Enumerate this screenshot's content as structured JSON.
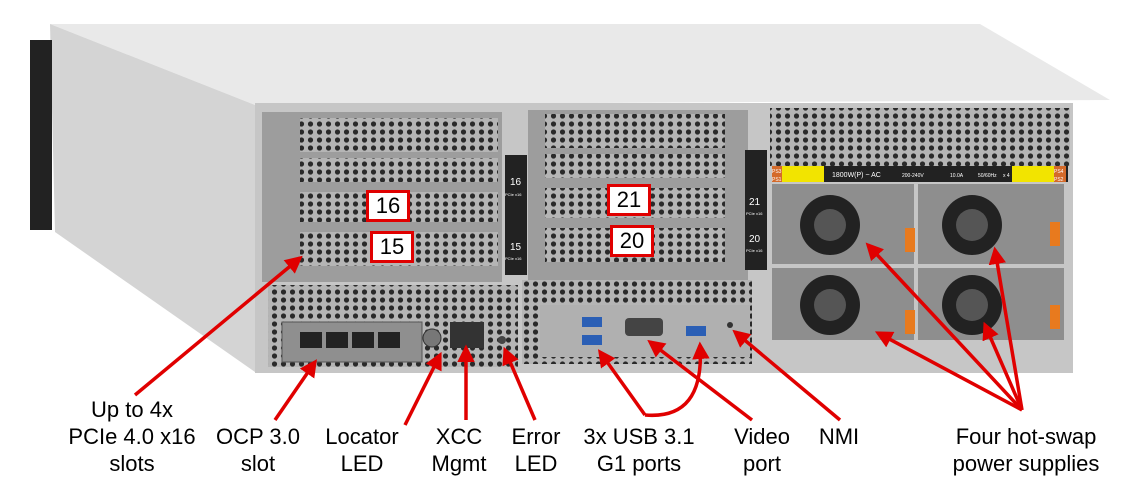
{
  "title": "Server rear view",
  "slot_numbers": [
    "16",
    "15",
    "21",
    "20"
  ],
  "riser_labels": [
    {
      "num": "16",
      "type": "PCIe x16"
    },
    {
      "num": "15",
      "type": "PCIe x16"
    },
    {
      "num": "21",
      "type": "PCIe x16"
    },
    {
      "num": "20",
      "type": "PCIe x16"
    }
  ],
  "psu_label": {
    "bays_left": [
      "PS3",
      "PS1"
    ],
    "bays_right": [
      "PS4",
      "PS2"
    ],
    "rating": "1800W(P) ~ AC",
    "voltage": "200-240V",
    "current": "10.0A",
    "frequency": "50/60Hz",
    "count": "x 4"
  },
  "callouts": {
    "pcie": [
      "Up to 4x",
      "PCIe 4.0 x16",
      "slots"
    ],
    "ocp": [
      "OCP 3.0",
      "slot"
    ],
    "locator": [
      "Locator",
      "LED"
    ],
    "xcc": [
      "XCC",
      "Mgmt"
    ],
    "error": [
      "Error",
      "LED"
    ],
    "usb": [
      "3x USB 3.1",
      "G1 ports"
    ],
    "video": [
      "Video",
      "port"
    ],
    "nmi": [
      "NMI"
    ],
    "psu": [
      "Four hot-swap",
      "power supplies"
    ]
  },
  "colors": {
    "arrow": "#e00000",
    "chassis": "#c9c9c9",
    "panel": "#a9a9a9",
    "label_yellow": "#f2e400"
  }
}
